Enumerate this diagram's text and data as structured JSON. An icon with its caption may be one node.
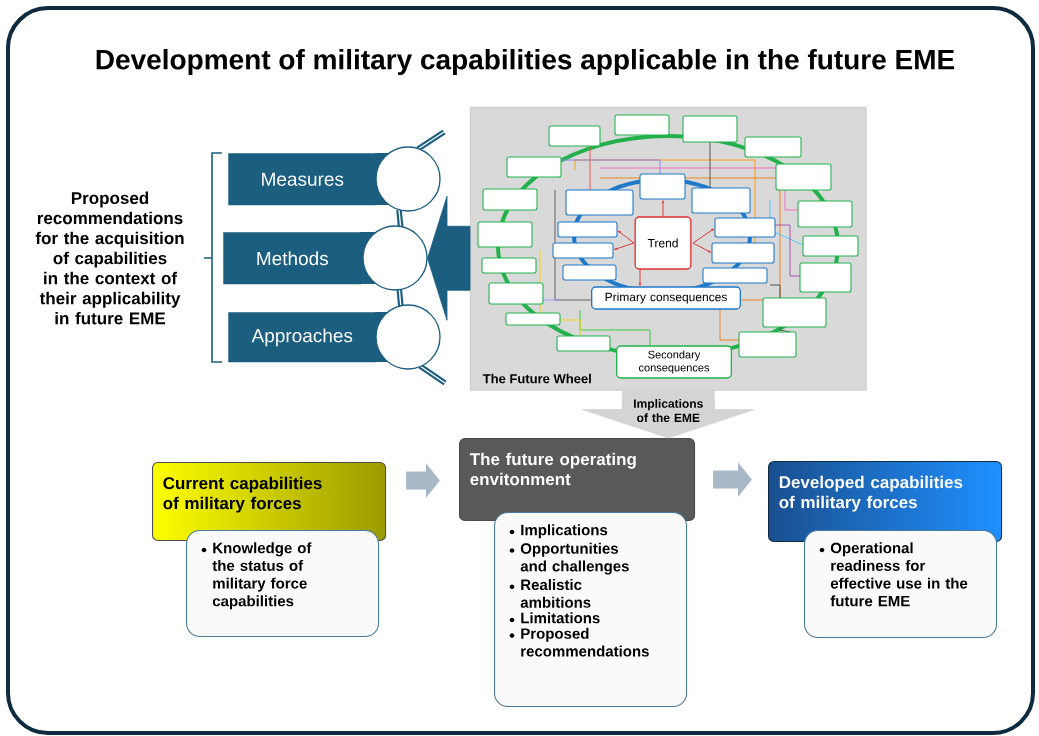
{
  "diagram": {
    "title": "Development of military capabilities applicable in the future EME",
    "nodes": [
      {
        "text": [
          "Measures"
        ]
      },
      {
        "text": [
          "Methods"
        ]
      },
      {
        "text": [
          "Approaches"
        ]
      },
      {
        "text": [
          "The Future Wheel"
        ]
      },
      {
        "text": [
          "Trend"
        ],
        "in": 3
      },
      {
        "text": [
          "Primary consequences"
        ],
        "in": 3
      },
      {
        "text": [
          "Secondary consequences"
        ],
        "in": 3
      },
      {
        "text": [
          "Current capabilities of military forces"
        ]
      },
      {
        "text": [
          "Knowledge of the status of military force capabilities"
        ]
      },
      {
        "text": [
          "The future operating envitonment"
        ]
      },
      {
        "text": [
          "Implications",
          "Opportunities and challenges",
          "Realistic ambitions",
          "Limitations",
          "Proposed recommendations"
        ]
      },
      {
        "text": [
          "Developed capabilities of military forces"
        ]
      },
      {
        "text": [
          "Operational readiness for effective use in the future EME"
        ]
      }
    ],
    "edges": [
      {
        "from": 3,
        "to": 1,
        "arrow": "to",
        "style": "thick",
        "color": "#1b5e80"
      },
      {
        "from": 3,
        "to": 9,
        "arrow": "to",
        "label": "Implications of the EME",
        "style": "thick",
        "color": "#d4d4d4"
      },
      {
        "from": 7,
        "to": 9,
        "arrow": "to"
      },
      {
        "from": 9,
        "to": 11,
        "arrow": "to"
      }
    ],
    "labels": [
      "Proposed recommendations for the acquisition of capabilities in the context of their applicability in future EME"
    ]
  }
}
